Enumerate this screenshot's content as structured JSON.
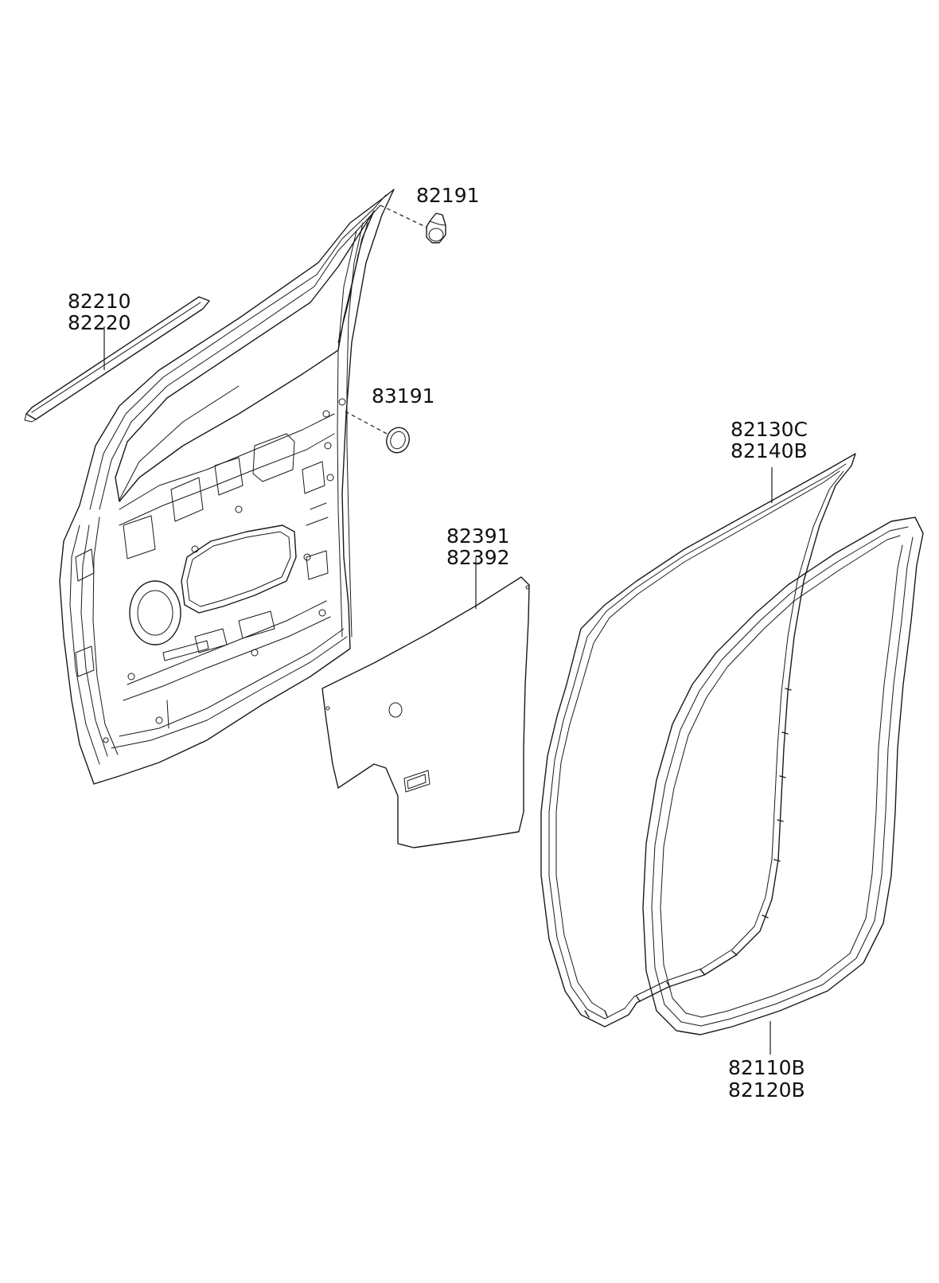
{
  "labels": {
    "p82191": "82191",
    "p82210": "82210",
    "p82220": "82220",
    "p83191": "83191",
    "p82391": "82391",
    "p82392": "82392",
    "p82130C": "82130C",
    "p82140B": "82140B",
    "p82110B": "82110B",
    "p82120B": "82120B"
  }
}
